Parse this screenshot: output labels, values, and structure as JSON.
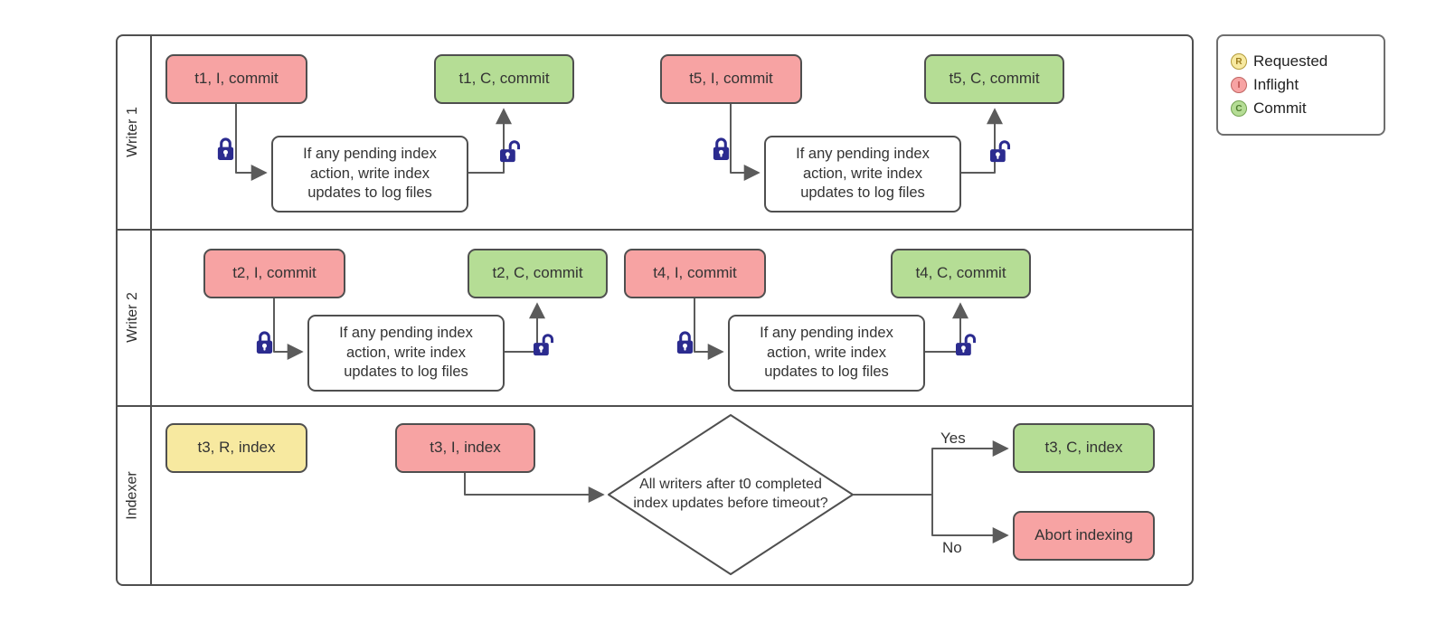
{
  "colors": {
    "requested_fill": "#f7e9a0",
    "inflight_fill": "#f7a3a3",
    "commit_fill": "#b5dd95",
    "lock_blue": "#2b2b8f",
    "connector_gray": "#5b5b5b"
  },
  "legend": {
    "items": [
      {
        "letter": "R",
        "label": "Requested"
      },
      {
        "letter": "I",
        "label": "Inflight"
      },
      {
        "letter": "C",
        "label": "Commit"
      }
    ]
  },
  "lanes": {
    "writer1": {
      "label": "Writer 1",
      "t1_inflight": "t1, I, commit",
      "t1_commit": "t1, C, commit",
      "process_a": "If any pending index action, write index updates to log files",
      "t5_inflight": "t5, I, commit",
      "t5_commit": "t5, C, commit",
      "process_b": "If any pending index action, write index updates to log files"
    },
    "writer2": {
      "label": "Writer 2",
      "t2_inflight": "t2, I, commit",
      "t2_commit": "t2, C, commit",
      "process_a": "If any pending index action, write index updates to log files",
      "t4_inflight": "t4, I, commit",
      "t4_commit": "t4, C, commit",
      "process_b": "If any pending index action, write index updates to log files"
    },
    "indexer": {
      "label": "Indexer",
      "t3_requested": "t3, R, index",
      "t3_inflight": "t3, I, index",
      "decision": "All writers after t0 completed index updates before timeout?",
      "yes_label": "Yes",
      "no_label": "No",
      "t3_commit": "t3, C, index",
      "abort": "Abort indexing"
    }
  }
}
